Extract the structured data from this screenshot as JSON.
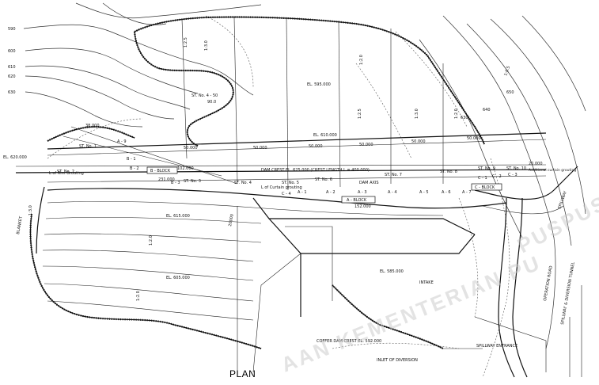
{
  "title": "PLAN",
  "watermark": "AAN KEMENTERIAN PU",
  "watermark_right": "PUSPUS",
  "contours": [
    "590",
    "600",
    "610",
    "620",
    "630",
    "650",
    "640",
    "630"
  ],
  "elevations": {
    "el_620": "EL. 620.000",
    "el_595": "EL. 595.000",
    "el_610": "EL. 610.000",
    "el_615": "EL. 615.000",
    "el_605": "EL. 605.000",
    "el_585": "EL. 585.000"
  },
  "stations": {
    "st_4_50": "ST. No. 4 - 50",
    "st1": "ST. No. 1",
    "st2": "ST. No. 2",
    "st3": "ST. No. 3",
    "st4": "ST. No. 4",
    "st5": "ST. No. 5",
    "st6": "ST. No. 6",
    "st7": "ST. No. 7",
    "st8": "ST. No. 8",
    "st9": "ST. No. 9",
    "st10": "ST. No. 10"
  },
  "labels": {
    "crest": "DAM CREST EL. 625.000 (CREST LENGTH L = 400.000)",
    "dam_axis": "DAM AXIS",
    "curtain": "L of Curtain grouting",
    "rim": "L of Rim Grouting",
    "additional": "Additional curtain grouting",
    "a_block": "A - BLOCK",
    "b_block": "B - BLOCK",
    "c_block": "C - BLOCK",
    "blanket": "BLANKET",
    "intake": "INTAKE",
    "spillway_entrance": "SPILLWAY ENTRANCE",
    "inlet": "INLET OF DIVERSION",
    "coffer": "COFFER DAM CREST EL. 592.000",
    "op_road": "OPERATION ROAD",
    "spillway_tunnel": "SPILLWAY & DIVERSION TUNNEL",
    "spillway_top": "SPILLWAY",
    "vertical_1": "1:0.5"
  },
  "numbers": {
    "d50_a": "50.000",
    "d50_b": "50.000",
    "d50_c": "50.000",
    "d50_d": "50.000",
    "d50_e": "50.000",
    "d50_f": "50.000",
    "d102": "102.000",
    "d231": "231.000",
    "d152": "152.000",
    "d90": "90.0",
    "d20000": "20000",
    "d38": "38.000",
    "d20": "20.000"
  },
  "grout_points": [
    "A - 9",
    "A - 1",
    "A - 2",
    "A - 3",
    "A - 4",
    "A - 5",
    "A - 6",
    "A - 7",
    "B - 1",
    "B - 2",
    "B - 3",
    "C - 1",
    "C - 2",
    "C - 3",
    "C - 4"
  ],
  "slopes": [
    "1:2.5",
    "1:3.0",
    "1:2.0",
    "1:2.5",
    "1:3.0",
    "1:2.0",
    "1:2.0",
    "1:2.0",
    "1:3.0"
  ]
}
